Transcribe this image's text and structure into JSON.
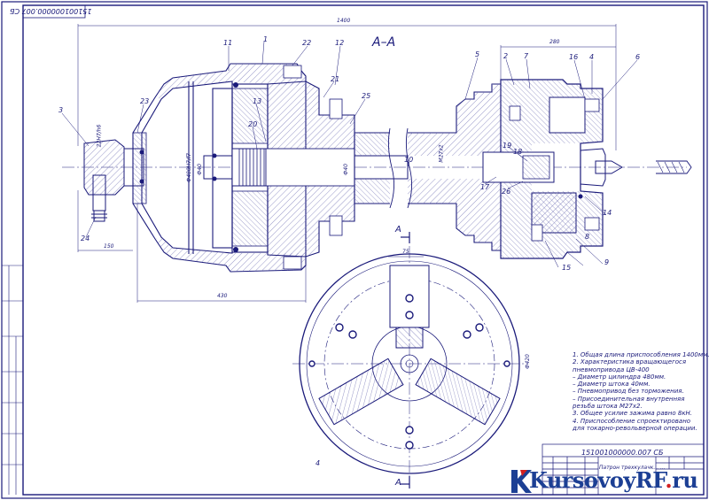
{
  "drawing": {
    "code_main": "151001000000.007 СБ",
    "code_top": "151001000000.007 СБ",
    "section_title": "А–А",
    "section_marker": "А",
    "stamp_title": "Патрон трехкулачк... ...",
    "callouts": [
      "1",
      "2",
      "3",
      "4",
      "5",
      "6",
      "7",
      "8",
      "9",
      "10",
      "11",
      "12",
      "13",
      "14",
      "15",
      "16",
      "17",
      "18",
      "19",
      "20",
      "21",
      "22",
      "23",
      "24",
      "25",
      "26",
      "4"
    ],
    "dimensions": {
      "d1400": "1400",
      "d280": "280",
      "d430": "430",
      "d150": "150",
      "d75": "75",
      "d420": "Ф420",
      "d480": "Ф480Н7/f7",
      "d40": "Ф40",
      "d44": "Ф40",
      "dm27": "М27х2",
      "d22": "22Н7/h6"
    },
    "notes": [
      "1. Общая длина приспособления 1400мм.",
      "2. Характеристика вращающегося",
      "    пневмопривода ЦВ-400",
      "  – Диаметр цилиндра 480мм.",
      "  – Диаметр штока 40мм.",
      "  – Пневмопривод без торможения.",
      "  – Присоединительная внутренняя",
      "    резьба штока М27х2.",
      "3. Общее усилие зажима равно 8кН.",
      "4. Приспособление спроектировано",
      "    для токарно-револьверной операции."
    ]
  },
  "logo": {
    "text_main": "KursovoyRF",
    "text_dot": ".",
    "text_tld": "ru"
  },
  "colors": {
    "line": "#1a1a7a",
    "hatch": "#6a6ab0",
    "logo_blue": "#1c3f94",
    "logo_red": "#d32020"
  }
}
